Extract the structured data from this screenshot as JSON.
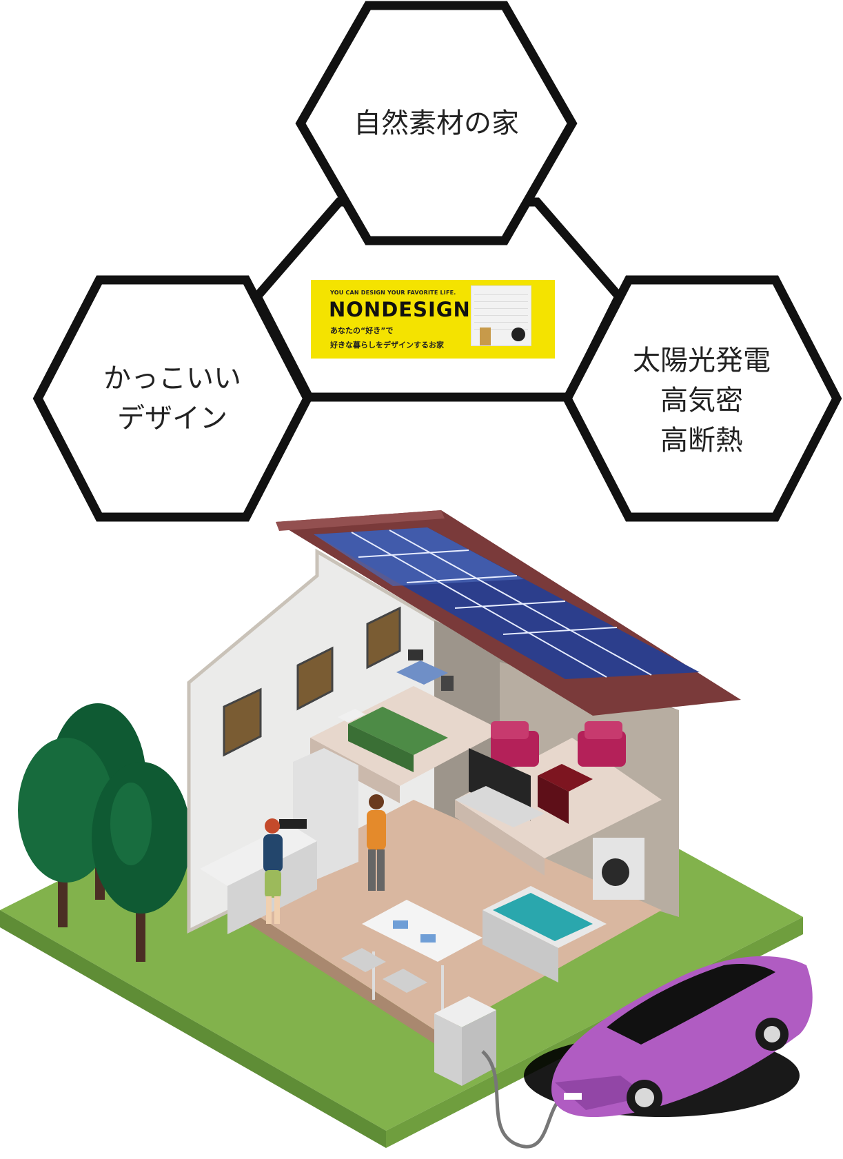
{
  "hexagons": {
    "top": {
      "lines": [
        "自然素材の家"
      ]
    },
    "left": {
      "lines": [
        "かっこいい",
        "デザイン"
      ]
    },
    "right": {
      "lines": [
        "太陽光発電",
        "高気密",
        "高断熱"
      ]
    }
  },
  "banner": {
    "tagline": "YOU CAN DESIGN YOUR FAVORITE LIFE.",
    "logo": "NONDESIGN",
    "line1": "あなたの“好き”で",
    "line2": "好きな暮らしをデザインするお家",
    "background_color": "#f4e300"
  },
  "illustration": {
    "subject": "isometric-house-cutaway",
    "items": [
      "solar-panels",
      "trees",
      "kitchen",
      "bedroom",
      "living-room",
      "bathroom",
      "dining-table",
      "ev-charger",
      "electric-car"
    ]
  },
  "colors": {
    "hex_stroke": "#111111",
    "grass": "#7fb04a",
    "solar": "#2c3e8c",
    "car": "#b05cc2",
    "roof": "#7a3a3a"
  }
}
